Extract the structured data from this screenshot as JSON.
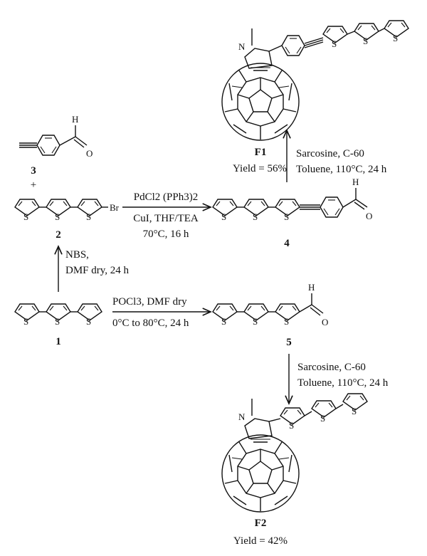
{
  "compounds": {
    "c1": "1",
    "c2": "2",
    "c3": "3",
    "c4": "4",
    "c5": "5",
    "f1": "F1",
    "f2": "F2"
  },
  "atoms": {
    "sulfur": "S",
    "bromine": "Br",
    "nitrogen": "N",
    "hydrogen": "H",
    "oxygen": "O",
    "plus": "+"
  },
  "conditions": {
    "bromination": [
      "NBS,",
      "DMF dry, 24 h"
    ],
    "formylation": [
      "POCl3, DMF dry",
      "0°C to 80°C, 24 h"
    ],
    "sonogashira": [
      "PdCl2 (PPh3)2",
      "CuI, THF/TEA",
      "70°C, 16 h"
    ],
    "prato_f1": [
      "Sarcosine, C-60",
      "Toluene, 110°C, 24 h"
    ],
    "prato_f2": [
      "Sarcosine, C-60",
      "Toluene, 110°C, 24 h"
    ]
  },
  "yields": {
    "f1": "Yield = 56%",
    "f2": "Yield = 42%"
  }
}
